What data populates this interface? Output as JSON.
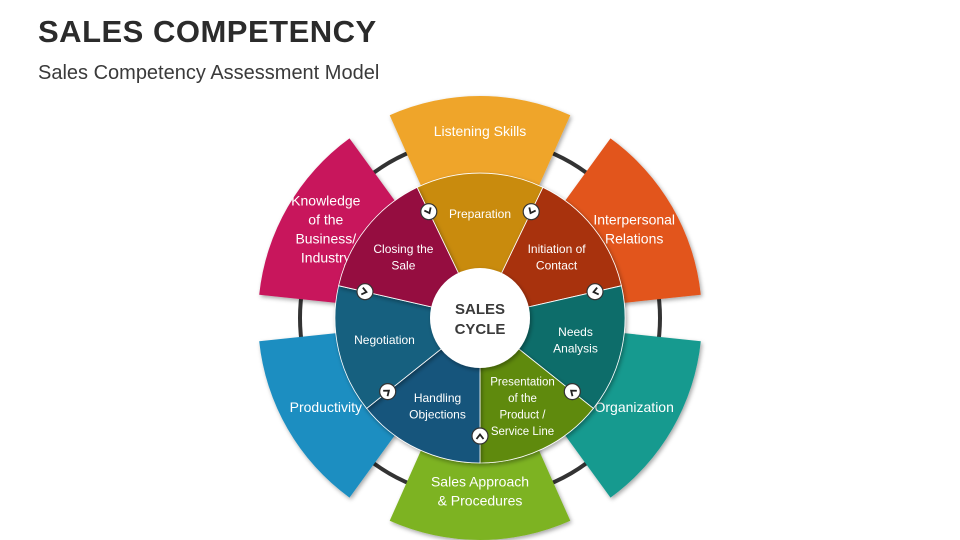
{
  "header": {
    "title": "SALES COMPETENCY",
    "subtitle": "Sales Competency Assessment Model"
  },
  "center": {
    "lines": [
      "SALES",
      "CYCLE"
    ]
  },
  "outer_segments": [
    {
      "lines": [
        "Listening Skills"
      ],
      "color": "#EFA52A",
      "name": "outer-segment-listening-skills"
    },
    {
      "lines": [
        "Interpersonal",
        "Relations"
      ],
      "color": "#E2541E",
      "name": "outer-segment-interpersonal-relations"
    },
    {
      "lines": [
        "Organization"
      ],
      "color": "#159A8F",
      "name": "outer-segment-organization"
    },
    {
      "lines": [
        "Sales Approach",
        "& Procedures"
      ],
      "color": "#7DB322",
      "name": "outer-segment-sales-approach"
    },
    {
      "lines": [
        "Productivity"
      ],
      "color": "#1B8EC1",
      "name": "outer-segment-productivity"
    },
    {
      "lines": [
        "Knowledge",
        "of the",
        "Business/",
        "Industry"
      ],
      "color": "#C8155B",
      "name": "outer-segment-knowledge"
    }
  ],
  "inner_segments": [
    {
      "lines": [
        "Preparation"
      ],
      "color": "#C98B10",
      "name": "inner-segment-preparation"
    },
    {
      "lines": [
        "Initiation of",
        "Contact"
      ],
      "color": "#A8330E",
      "name": "inner-segment-initiation-of-contact"
    },
    {
      "lines": [
        "Needs",
        "Analysis"
      ],
      "color": "#0E6D6B",
      "name": "inner-segment-needs-analysis"
    },
    {
      "lines": [
        "Presentation",
        "of the",
        "Product /",
        "Service Line"
      ],
      "color": "#5F8A10",
      "name": "inner-segment-presentation"
    },
    {
      "lines": [
        "Handling",
        "Objections"
      ],
      "color": "#17547C",
      "name": "inner-segment-handling-objections"
    },
    {
      "lines": [
        "Negotiation"
      ],
      "color": "#15617F",
      "name": "inner-segment-negotiation"
    },
    {
      "lines": [
        "Closing the",
        "Sale"
      ],
      "color": "#95103F",
      "name": "inner-segment-closing-the-sale"
    }
  ]
}
